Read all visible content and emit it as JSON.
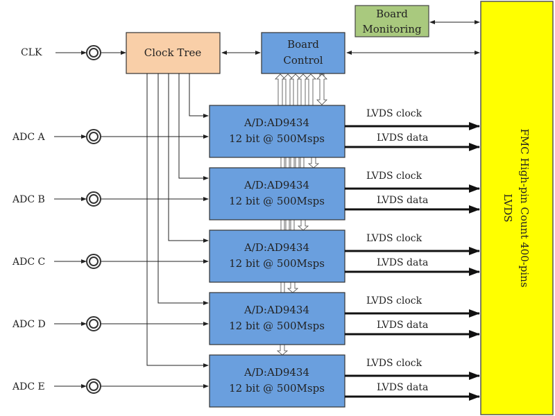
{
  "colors": {
    "clock_tree": "#f9cfa8",
    "board_control": "#6a9fde",
    "adc": "#6a9fde",
    "board_monitoring": "#a9c97e",
    "fmc": "#ffff00"
  },
  "clk_label": "CLK",
  "clock_tree": "Clock Tree",
  "board_control": [
    "Board",
    "Control"
  ],
  "board_monitoring": [
    "Board",
    "Monitoring"
  ],
  "fmc": [
    "FMC High-pin Count 400-pins",
    "LVDS"
  ],
  "adcs": [
    {
      "input": "ADC A",
      "chip": "A/D:AD9434",
      "spec": "12 bit @ 500Msps",
      "clock_out": "LVDS clock",
      "data_out": "LVDS data"
    },
    {
      "input": "ADC B",
      "chip": "A/D:AD9434",
      "spec": "12 bit @ 500Msps",
      "clock_out": "LVDS clock",
      "data_out": "LVDS data"
    },
    {
      "input": "ADC C",
      "chip": "A/D:AD9434",
      "spec": "12 bit @ 500Msps",
      "clock_out": "LVDS clock",
      "data_out": "LVDS data"
    },
    {
      "input": "ADC D",
      "chip": "A/D:AD9434",
      "spec": "12 bit @ 500Msps",
      "clock_out": "LVDS clock",
      "data_out": "LVDS data"
    },
    {
      "input": "ADC E",
      "chip": "A/D:AD9434",
      "spec": "12 bit @ 500Msps",
      "clock_out": "LVDS clock",
      "data_out": "LVDS data"
    }
  ]
}
